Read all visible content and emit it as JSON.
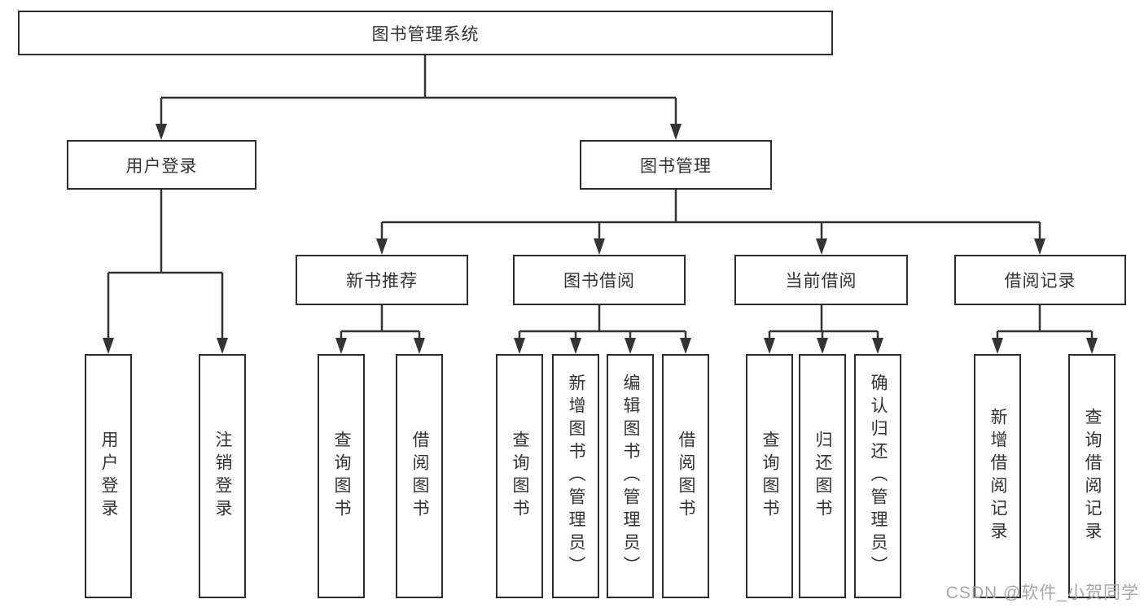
{
  "nodes": {
    "root": "图书管理系统",
    "user_login": "用户登录",
    "book_mgmt": "图书管理",
    "login": "用户登录",
    "logout": "注销登录",
    "new_book_rec": "新书推荐",
    "book_borrow": "图书借阅",
    "current_borrow": "当前借阅",
    "borrow_records": "借阅记录",
    "nb_query": "查询图书",
    "nb_borrow": "借阅图书",
    "bb_query": "查询图书",
    "bb_add": "新增图书（管理员）",
    "bb_edit": "编辑图书（管理员）",
    "bb_borrow": "借阅图书",
    "cb_query": "查询图书",
    "cb_return": "归还图书",
    "cb_confirm": "确认归还（管理员）",
    "br_add": "新增借阅记录",
    "br_query": "查询借阅记录"
  },
  "watermark": "CSDN @软件_小贺同学",
  "colors": {
    "line": "#333333",
    "border": "#2d2d2d",
    "text": "#333333",
    "watermark": "#a6a6a6",
    "bg": "#ffffff"
  }
}
